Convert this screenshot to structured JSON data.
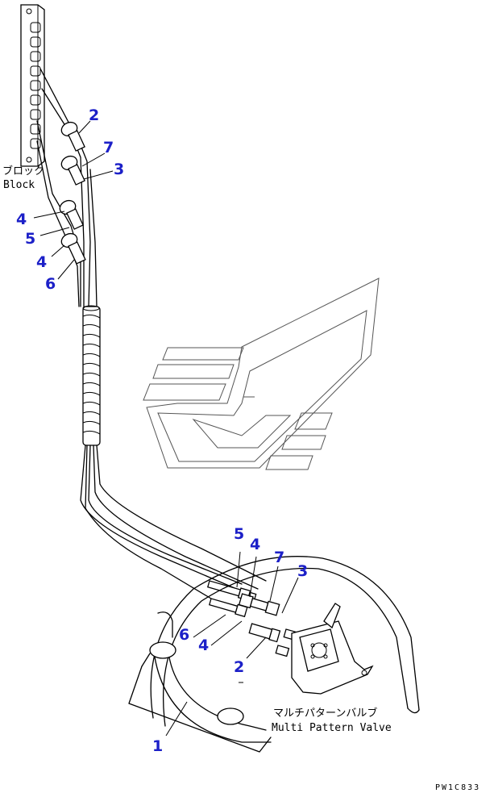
{
  "block_label_jp": "ブロック",
  "block_label_en": "Block",
  "valve_label_jp": "マルチパターンバルブ",
  "valve_label_en": "Multi Pattern Valve",
  "drawing_code": "PW1C833",
  "callouts": {
    "top_2": "2",
    "top_7": "7",
    "top_3": "3",
    "top_4a": "4",
    "top_5": "5",
    "top_4b": "4",
    "top_6": "6",
    "bottom_5": "5",
    "bottom_4a": "4",
    "bottom_7": "7",
    "bottom_3": "3",
    "bottom_6": "6",
    "bottom_4b": "4",
    "bottom_2": "2",
    "bottom_1": "1"
  },
  "accent_color": "#1c20c8",
  "watermark": "komatsu-logo-outline"
}
